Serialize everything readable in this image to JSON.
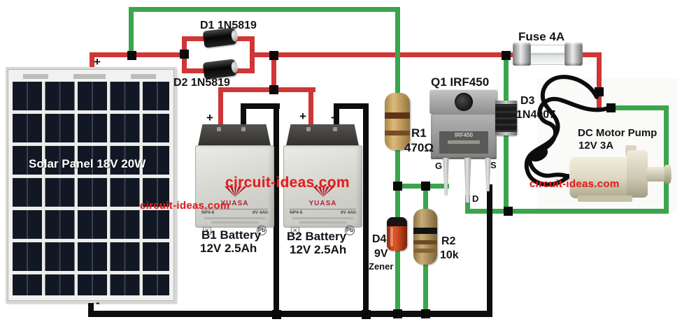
{
  "diagram": {
    "solar_panel": {
      "label": "Solar Panel 18V 20W",
      "plus": "+",
      "minus": "-"
    },
    "d1": {
      "label": "D1 1N5819"
    },
    "d2": {
      "label": "D2 1N5819"
    },
    "fuse": {
      "label": "Fuse 4A"
    },
    "b1": {
      "name": "B1 Battery",
      "rating": "12V 2.5Ah",
      "plus": "+",
      "minus": "-"
    },
    "b2": {
      "name": "B2 Battery",
      "rating": "12V 2.5Ah",
      "plus": "+",
      "minus": "-"
    },
    "battery_face": {
      "brand": "YUASA",
      "model": "NP4-6",
      "rating": "6V 4Ah",
      "pb": "Pb",
      "x_mark": "✕"
    },
    "r1": {
      "ref": "R1",
      "value": "470Ω"
    },
    "q1": {
      "label": "Q1 IRF450",
      "gate": "G",
      "source": "S",
      "drain": "D",
      "plate_text": "IRF450"
    },
    "d3": {
      "ref": "D3",
      "value": "1N4007"
    },
    "d4": {
      "ref": "D4",
      "value": "9V",
      "type": "Zener"
    },
    "r2": {
      "ref": "R2",
      "value": "10k"
    },
    "pump": {
      "name": "DC Motor Pump",
      "rating": "12V 3A"
    },
    "watermark": "circuit-ideas.com"
  },
  "colors": {
    "wire_red": "#cf3636",
    "wire_green": "#3aa54c",
    "wire_black": "#0d0d0d",
    "watermark_red": "#e21f1f"
  }
}
